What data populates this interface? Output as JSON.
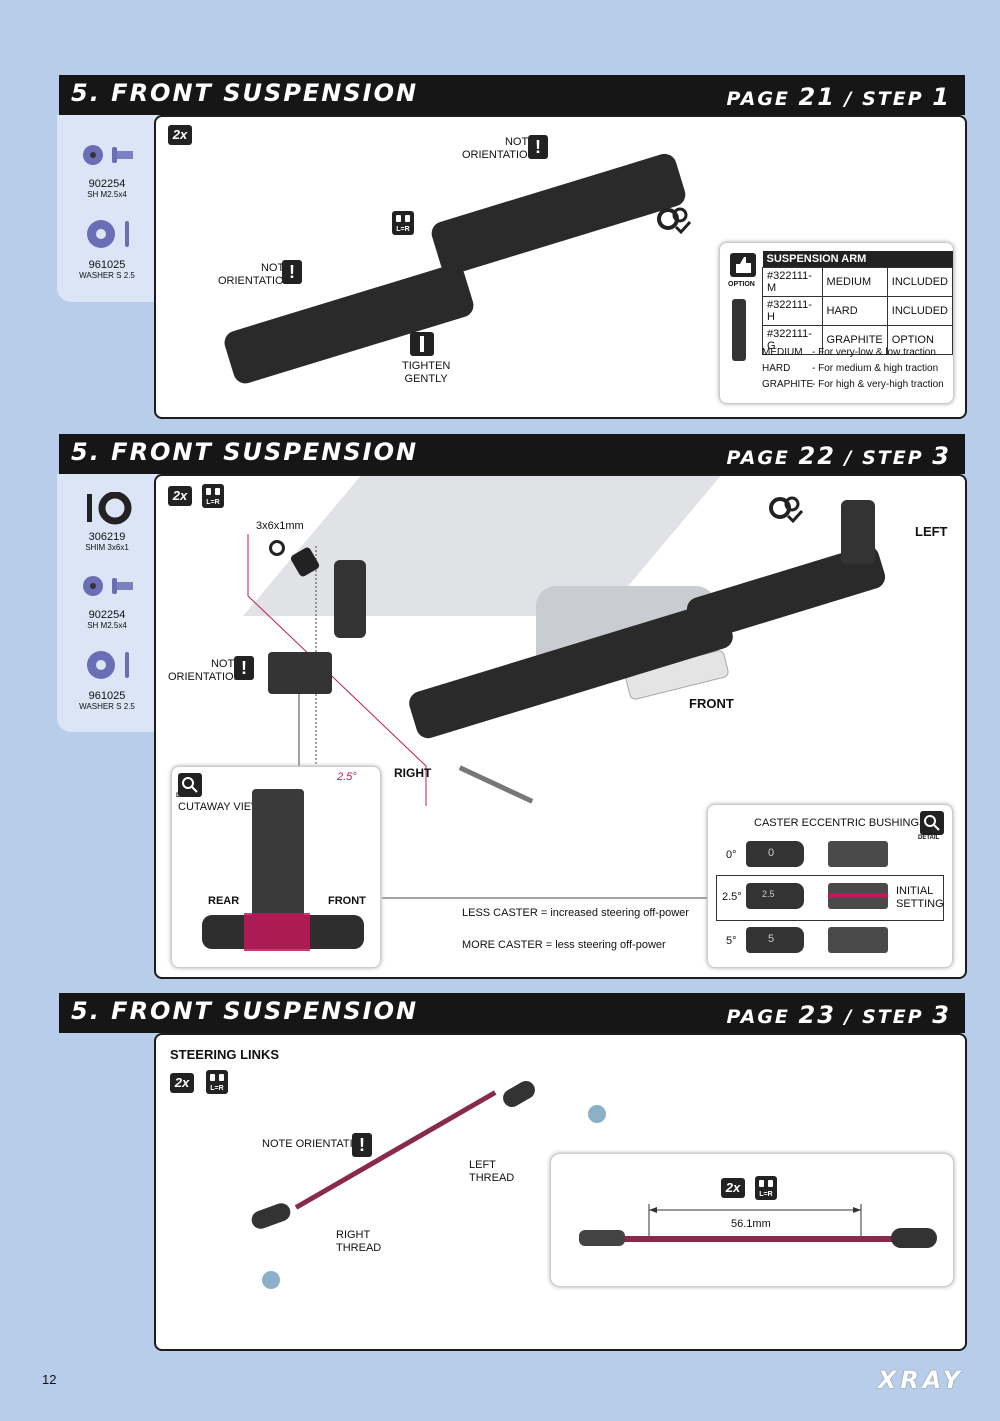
{
  "sec1": {
    "title": "5. FRONT SUSPENSION",
    "page_label": "PAGE",
    "page_num": "21",
    "step_label": "STEP",
    "step_num": "1",
    "qty": "2x",
    "parts": [
      {
        "code": "902254",
        "desc": "SH M2.5x4"
      },
      {
        "code": "961025",
        "desc": "WASHER S 2.5"
      }
    ],
    "note1": "NOTE\nORIENTATION",
    "note2": "NOTE\nORIENTATION",
    "tighten": "TIGHTEN\nGENTLY",
    "lr": "L=R",
    "option_label": "OPTION",
    "table_title": "SUSPENSION ARM",
    "table_rows": [
      [
        "#322111-M",
        "MEDIUM",
        "INCLUDED"
      ],
      [
        "#322111-H",
        "HARD",
        "INCLUDED"
      ],
      [
        "#322111-G",
        "GRAPHITE",
        "OPTION"
      ]
    ],
    "legend": [
      [
        "MEDIUM",
        "- For very-low & low traction"
      ],
      [
        "HARD",
        "- For medium & high traction"
      ],
      [
        "GRAPHITE",
        "- For high & very-high traction"
      ]
    ]
  },
  "sec2": {
    "title": "5. FRONT SUSPENSION",
    "page_label": "PAGE",
    "page_num": "22",
    "step_label": "STEP",
    "step_num": "3",
    "qty": "2x",
    "lr": "L=R",
    "parts": [
      {
        "code": "306219",
        "desc": "SHIM 3x6x1"
      },
      {
        "code": "902254",
        "desc": "SH M2.5x4"
      },
      {
        "code": "961025",
        "desc": "WASHER S 2.5"
      }
    ],
    "shim_label": "3x6x1mm",
    "note": "NOTE\nORIENTATION",
    "left": "LEFT",
    "right": "RIGHT",
    "front": "FRONT",
    "detail": "DETAIL",
    "cutaway": "CUTAWAY VIEW",
    "angle": "2.5°",
    "rear": "REAR",
    "front2": "FRONT",
    "less_caster": "LESS CASTER = increased steering off-power",
    "more_caster": "MORE CASTER = less steering off-power",
    "bush_title": "CASTER ECCENTRIC BUSHINGS",
    "bush_rows": [
      {
        "deg": "0°",
        "mark": "0"
      },
      {
        "deg": "2.5°",
        "mark": "2.5"
      },
      {
        "deg": "5°",
        "mark": "5"
      }
    ],
    "initial": "INITIAL\nSETTING"
  },
  "sec3": {
    "title": "5. FRONT SUSPENSION",
    "page_label": "PAGE",
    "page_num": "23",
    "step_label": "STEP",
    "step_num": "3",
    "heading": "STEERING LINKS",
    "qty": "2x",
    "lr": "L=R",
    "note": "NOTE ORIENTATION",
    "left_thread": "LEFT\nTHREAD",
    "right_thread": "RIGHT\nTHREAD",
    "length": "56.1mm"
  },
  "footer": {
    "page": "12",
    "brand": "XRAY"
  },
  "colors": {
    "accent": "#c2185b",
    "header": "#161616",
    "background": "#b7cdea"
  }
}
